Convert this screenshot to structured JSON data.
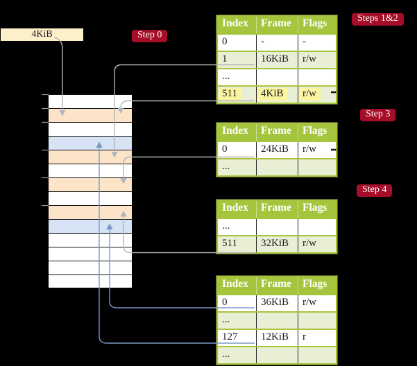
{
  "frame_label": "4KiB",
  "step_badges": [
    {
      "label": "Step 0"
    },
    {
      "label": "Steps 1&2"
    },
    {
      "label": "Step 3"
    },
    {
      "label": "Step 4"
    }
  ],
  "tables": [
    {
      "name": "page-table-steps-1-2",
      "headers": [
        "Index",
        "Frame",
        "Flags"
      ],
      "rows": [
        {
          "cells": [
            "0",
            "-",
            "-"
          ]
        },
        {
          "cells": [
            "1",
            "16KiB",
            "r/w"
          ]
        },
        {
          "cells": [
            "...",
            "",
            ""
          ]
        },
        {
          "cells": [
            "511",
            "4KiB",
            "r/w"
          ],
          "highlight": true
        }
      ]
    },
    {
      "name": "page-table-step-3",
      "headers": [
        "Index",
        "Frame",
        "Flags"
      ],
      "rows": [
        {
          "cells": [
            "0",
            "24KiB",
            "r/w"
          ]
        },
        {
          "cells": [
            "...",
            "",
            ""
          ]
        }
      ]
    },
    {
      "name": "page-table-step-4a",
      "headers": [
        "Index",
        "Frame",
        "Flags"
      ],
      "rows": [
        {
          "cells": [
            "...",
            "",
            ""
          ]
        },
        {
          "cells": [
            "511",
            "32KiB",
            "r/w"
          ]
        }
      ]
    },
    {
      "name": "page-table-step-4b",
      "headers": [
        "Index",
        "Frame",
        "Flags"
      ],
      "rows": [
        {
          "cells": [
            "0",
            "36KiB",
            "r/w"
          ]
        },
        {
          "cells": [
            "...",
            "",
            ""
          ]
        },
        {
          "cells": [
            "127",
            "12KiB",
            "r"
          ]
        },
        {
          "cells": [
            "...",
            "",
            ""
          ]
        }
      ]
    }
  ],
  "memory": {
    "row_colors": [
      "white",
      "orange",
      "white",
      "blue",
      "orange",
      "white",
      "orange",
      "white",
      "orange",
      "blue",
      "white",
      "white",
      "white",
      "white"
    ]
  },
  "colors": {
    "header-green": "#a5c53c",
    "row-green": "#e9efd5",
    "highlight-yellow": "#fbf5a1",
    "badge-red": "#a60d28",
    "frame-label-cream": "#fcf0c8",
    "mem-orange": "#fce4c9",
    "mem-blue": "#d6e3f4",
    "arrow-gray": "#b4b4b4",
    "arrow-blue": "#7b97c8"
  }
}
